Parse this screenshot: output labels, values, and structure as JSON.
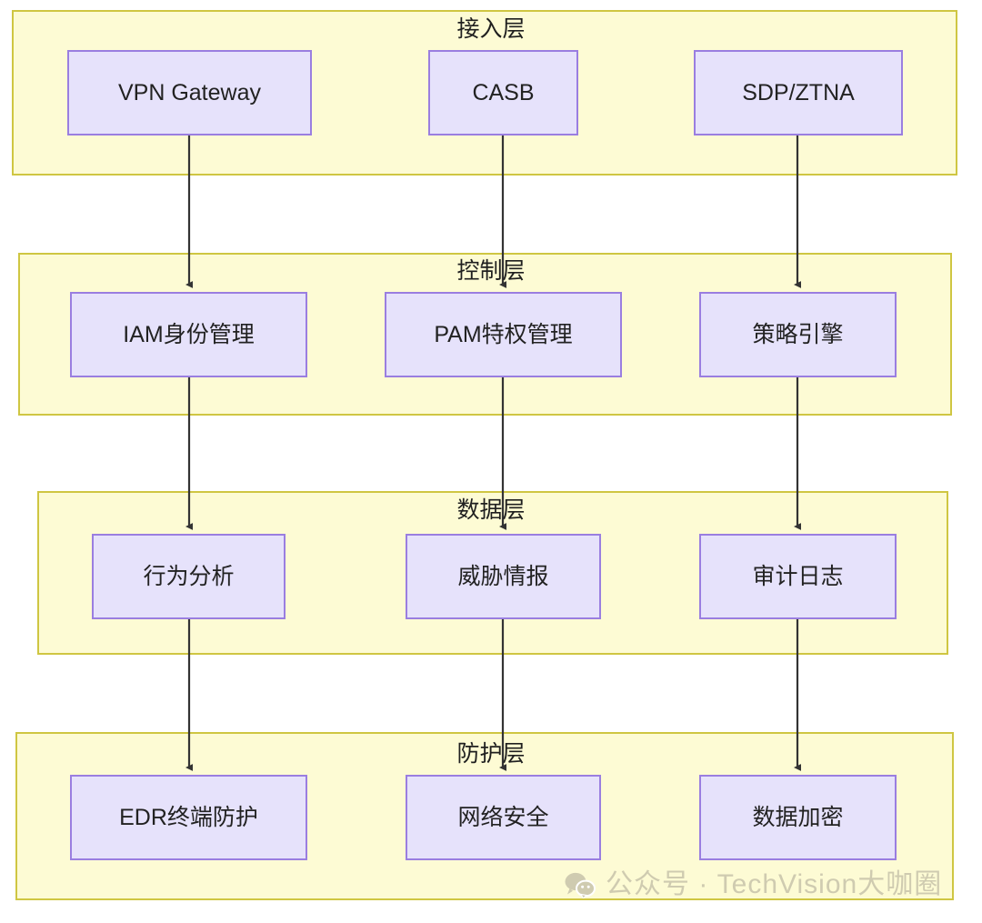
{
  "diagram": {
    "type": "layered-architecture-flow",
    "direction": "top-to-bottom",
    "background": "#ffffff",
    "layer_fill": "#fdfbd4",
    "layer_stroke": "#cfc642",
    "node_fill": "#e6e2fb",
    "node_stroke": "#9a7ee0",
    "edge_color": "#333333",
    "text_color": "#222222"
  },
  "layers": [
    {
      "id": "access-layer",
      "title": "接入层",
      "nodes": [
        {
          "id": "vpn-gateway",
          "label": "VPN Gateway"
        },
        {
          "id": "casb",
          "label": "CASB"
        },
        {
          "id": "sdp-ztna",
          "label": "SDP/ZTNA"
        }
      ]
    },
    {
      "id": "control-layer",
      "title": "控制层",
      "nodes": [
        {
          "id": "iam",
          "label": "IAM身份管理"
        },
        {
          "id": "pam",
          "label": "PAM特权管理"
        },
        {
          "id": "policy-engine",
          "label": "策略引擎"
        }
      ]
    },
    {
      "id": "data-layer",
      "title": "数据层",
      "nodes": [
        {
          "id": "behavior-analysis",
          "label": "行为分析"
        },
        {
          "id": "threat-intel",
          "label": "威胁情报"
        },
        {
          "id": "audit-log",
          "label": "审计日志"
        }
      ]
    },
    {
      "id": "protection-layer",
      "title": "防护层",
      "nodes": [
        {
          "id": "edr",
          "label": "EDR终端防护"
        },
        {
          "id": "network-security",
          "label": "网络安全"
        },
        {
          "id": "data-encryption",
          "label": "数据加密"
        }
      ]
    }
  ],
  "edges": [
    {
      "from": "vpn-gateway",
      "to": "iam"
    },
    {
      "from": "casb",
      "to": "pam"
    },
    {
      "from": "sdp-ztna",
      "to": "policy-engine"
    },
    {
      "from": "iam",
      "to": "behavior-analysis"
    },
    {
      "from": "pam",
      "to": "threat-intel"
    },
    {
      "from": "policy-engine",
      "to": "audit-log"
    },
    {
      "from": "behavior-analysis",
      "to": "edr"
    },
    {
      "from": "threat-intel",
      "to": "network-security"
    },
    {
      "from": "audit-log",
      "to": "data-encryption"
    }
  ],
  "watermark": {
    "icon": "wechat-icon",
    "text": "公众号 · TechVision大咖圈",
    "color": "#cfcbb0"
  }
}
